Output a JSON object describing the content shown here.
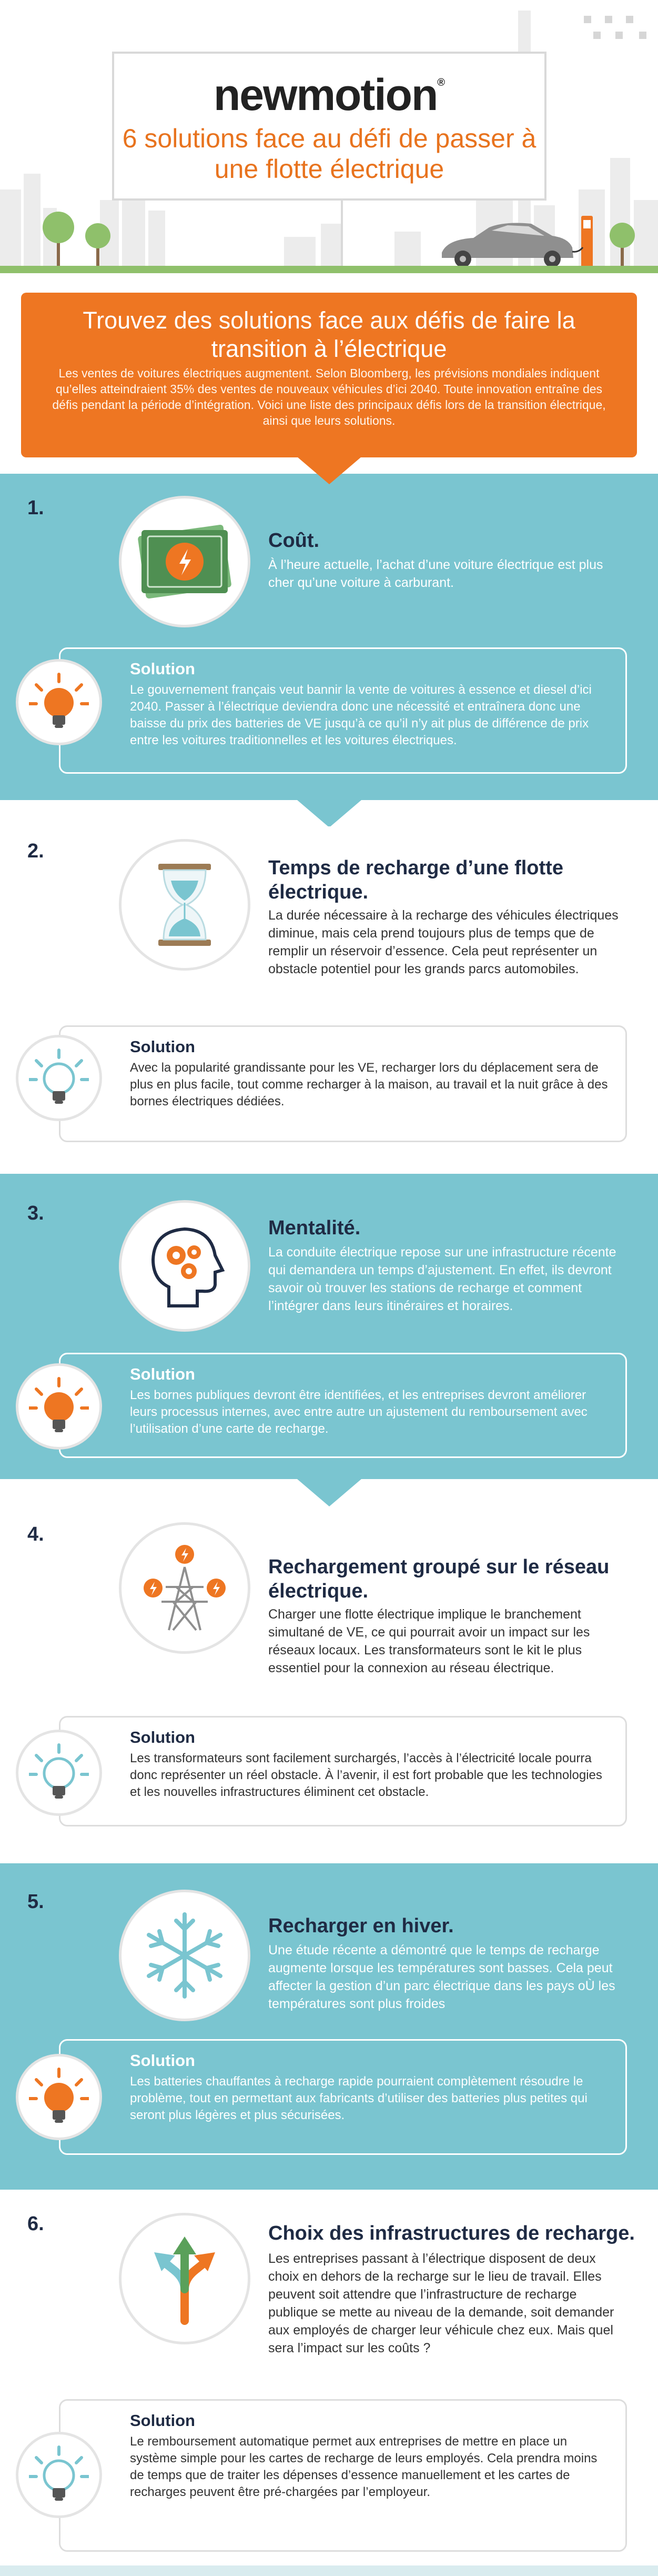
{
  "header": {
    "logo": "newmotion",
    "logo_mark": "®",
    "title": "6 solutions face au défi de passer à une flotte électrique"
  },
  "intro": {
    "title": "Trouvez des solutions face aux défis de faire la transition à l’électrique",
    "text": "Les ventes de voitures électriques augmentent. Selon Bloomberg, les prévisions mondiales indiquent qu’elles atteindraient 35% des ventes de nouveaux véhicules d’ici 2040. Toute innovation entraîne des défis pendant la période d’intégration. Voici une liste des principaux défis lors de la transition électrique, ainsi que leurs solutions."
  },
  "challenges": [
    {
      "number": "1.",
      "icon": "money-icon",
      "title": "Coût.",
      "text": "À l’heure actuelle, l’achat d’une voiture électrique est plus cher qu’une voiture à carburant.",
      "solution_title": "Solution",
      "solution_text": "Le gouvernement français veut bannir la vente de voitures à essence et diesel d’ici 2040. Passer à l’électrique deviendra donc une nécessité et entraînera donc une baisse du prix des batteries de VE jusqu’à ce qu’il n’y ait plus de différence de prix entre les voitures traditionnelles et les voitures électriques.",
      "bulb": "orange"
    },
    {
      "number": "2.",
      "icon": "hourglass-icon",
      "title": "Temps de recharge d’une flotte électrique.",
      "text": "La durée nécessaire à la recharge des véhicules électriques diminue, mais cela prend toujours plus de temps que de remplir un réservoir d’essence. Cela peut représenter un obstacle potentiel pour les grands parcs automobiles.",
      "solution_title": "Solution",
      "solution_text": "Avec la popularité grandissante pour les VE, recharger lors du déplacement sera de plus en plus facile, tout comme recharger à la maison, au travail et la nuit grâce à des bornes électriques dédiées.",
      "bulb": "teal"
    },
    {
      "number": "3.",
      "icon": "head-gears-icon",
      "title": "Mentalité.",
      "text": "La conduite électrique repose sur une infrastructure récente qui demandera un temps d’ajustement. En effet, ils devront savoir où trouver les stations de recharge et comment l’intégrer dans leurs itinéraires et horaires.",
      "solution_title": "Solution",
      "solution_text": "Les bornes publiques devront être identifiées, et les entreprises devront améliorer leurs processus internes, avec entre autre un ajustement du remboursement avec l’utilisation d’une carte de recharge.",
      "bulb": "orange"
    },
    {
      "number": "4.",
      "icon": "power-pylon-icon",
      "title": "Rechargement groupé sur le réseau électrique.",
      "text": "Charger une flotte électrique implique le branchement simultané de VE, ce qui pourrait avoir un impact sur les réseaux locaux. Les transformateurs sont le kit le plus essentiel pour la connexion au réseau électrique.",
      "solution_title": "Solution",
      "solution_text": "Les transformateurs sont facilement surchargés, l’accès à l’électricité locale pourra donc représenter un réel obstacle. À l’avenir, il est fort probable que les technologies et les nouvelles infrastructures éliminent cet obstacle.",
      "bulb": "teal"
    },
    {
      "number": "5.",
      "icon": "snowflake-icon",
      "title": "Recharger en hiver.",
      "text": "Une étude récente a démontré que le temps de recharge augmente lorsque les températures sont basses. Cela peut affecter la gestion d’un parc électrique dans les pays oÙ les températures sont plus froides",
      "solution_title": "Solution",
      "solution_text": "Les batteries chauffantes à recharge rapide pourraient complètement résoudre le problème, tout en permettant aux fabricants d’utiliser des batteries plus petites qui seront plus légères et plus sécurisées.",
      "bulb": "orange"
    },
    {
      "number": "6.",
      "icon": "direction-arrows-icon",
      "title": "Choix des infrastructures de recharge.",
      "text": "Les entreprises passant à l’électrique disposent de deux choix en dehors de la recharge sur le lieu de travail. Elles peuvent soit attendre que l’infrastructure de recharge publique se mette au niveau de la demande, soit demander aux employés de charger leur véhicule chez eux. Mais quel sera l’impact sur les coûts ?",
      "solution_title": "Solution",
      "solution_text": "Le remboursement automatique permet aux entreprises de mettre en place un système simple pour les cartes de recharge de leurs employés. Cela prendra moins de temps que de traiter les dépenses d’essence manuellement et les cartes de recharges peuvent être pré-chargées par l’employeur.",
      "bulb": "teal"
    }
  ],
  "colors": {
    "orange": "#ee7622",
    "teal": "#7ac5d0",
    "navy": "#1f2b44",
    "green": "#8fc06b"
  }
}
